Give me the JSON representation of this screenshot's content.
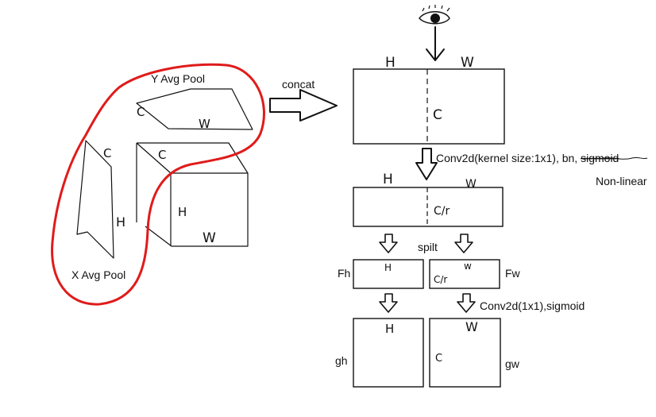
{
  "colors": {
    "ink": "#111111",
    "highlight": "#e01b1b",
    "background": "#ffffff"
  },
  "icons": {
    "eye": "eye-icon"
  },
  "left_sketch": {
    "y_pool_label": "Y Avg Pool",
    "x_pool_label": "X Avg Pool",
    "y_plane_c": "C",
    "y_plane_w": "W",
    "x_plane_c": "C",
    "x_plane_h": "H",
    "cube_c": "C",
    "cube_h": "H",
    "cube_w": "W"
  },
  "concat_label": "concat",
  "block1": {
    "h": "H",
    "w": "W",
    "c": "C"
  },
  "conv1_label": "Conv2d(kernel size:1x1), bn, ",
  "conv1_struck": "sigmoid",
  "nonlinear_label": "Non-linear",
  "block2": {
    "h": "H",
    "w": "W",
    "c": "C/r"
  },
  "split_label": "spilt",
  "fh_block": {
    "label": "Fh",
    "h": "H"
  },
  "fw_block": {
    "label": "Fw",
    "w": "w",
    "c": "C/r"
  },
  "conv2_label": "Conv2d(1x1),sigmoid",
  "gh_block": {
    "label": "gh",
    "h": "H"
  },
  "gw_block": {
    "label": "gw",
    "w": "W",
    "c": "C"
  }
}
